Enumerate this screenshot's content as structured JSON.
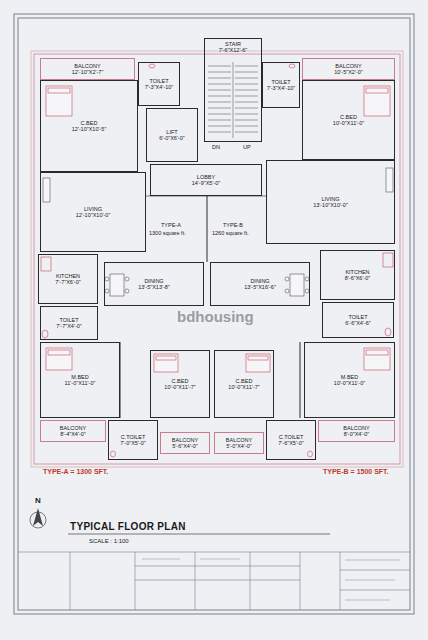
{
  "diagram": {
    "title": "TYPICAL FLOOR PLAN",
    "nodes": [
      {
        "text": [
          "BALCONY",
          "12'-10\"X2'-7\""
        ]
      },
      {
        "text": [
          "TOILET",
          "7'-3\"X4'-10\""
        ]
      },
      {
        "text": [
          "STAIR",
          "7'-6\"X12'-6\""
        ]
      },
      {
        "text": [
          "TOILET",
          "7'-3\"X4'-10\""
        ]
      },
      {
        "text": [
          "BALCONY",
          "10'-5\"X2'-0\""
        ]
      },
      {
        "text": [
          "C.BED",
          "12'-10\"X10'-5\""
        ]
      },
      {
        "text": [
          "LIFT",
          "6'-0\"X6'-0\""
        ]
      },
      {
        "text": [
          "C.BED",
          "10'-0\"X11'-0\""
        ]
      },
      {
        "text": [
          "LOBBY",
          "14'-9\"X5'-0\""
        ]
      },
      {
        "text": [
          "LIVING",
          "12'-10\"X10'-0\""
        ]
      },
      {
        "text": [
          "LIVING",
          "13'-10\"X10'-0\""
        ]
      },
      {
        "text": [
          "KITCHEN",
          "7'-7\"X6'-0\""
        ]
      },
      {
        "text": [
          "DINING",
          "13'-5\"X13'-8\""
        ]
      },
      {
        "text": [
          "DINING",
          "13'-5\"X16'-6\""
        ]
      },
      {
        "text": [
          "KITCHEN",
          "8'-6\"X6'-0\""
        ]
      },
      {
        "text": [
          "TOILET",
          "7'-7\"X4'-0\""
        ]
      },
      {
        "text": [
          "TOILET",
          "6'-6\"X4'-6\""
        ]
      },
      {
        "text": [
          "M.BED",
          "11'-0\"X11'-0\""
        ]
      },
      {
        "text": [
          "C.BED",
          "10'-0\"X11'-7\""
        ]
      },
      {
        "text": [
          "C.BED",
          "10'-0\"X11'-7\""
        ]
      },
      {
        "text": [
          "M.BED",
          "10'-0\"X11'-0\""
        ]
      },
      {
        "text": [
          "BALCONY",
          "8'-4\"X4'-0\""
        ]
      },
      {
        "text": [
          "C.TOILET",
          "7'-0\"X5'-0\""
        ]
      },
      {
        "text": [
          "BALCONY",
          "5'-6\"X4'-0\""
        ]
      },
      {
        "text": [
          "BALCONY",
          "5'-0\"X4'-0\""
        ]
      },
      {
        "text": [
          "C.TOILET",
          "7'-6\"X5'-0\""
        ]
      },
      {
        "text": [
          "BALCONY",
          "8'-0\"X4'-0\""
        ]
      }
    ],
    "labels": [
      "DN",
      "UP",
      "TYPE-A",
      "1300 square ft.",
      "TYPE-B",
      "1260 square ft.",
      "TYPE-A = 1300 SFT.",
      "TYPE-B = 1500 SFT.",
      "N",
      "SCALE : 1:100",
      "bdhousing"
    ]
  }
}
